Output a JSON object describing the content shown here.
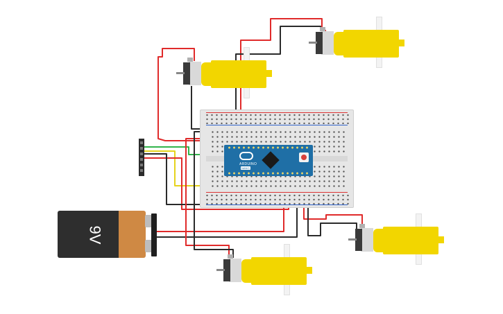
{
  "app": {
    "battery_label": "9V",
    "board_label": "ARDUINO",
    "board_model": "NANO"
  },
  "colors": {
    "wire_red": "#e02a2a",
    "wire_black": "#2a2a2a",
    "wire_green": "#31b44b",
    "wire_yellow": "#e6d31c",
    "board_blue": "#1f6fa6",
    "motor_yellow": "#f2d600",
    "breadboard": "#e6e6e6",
    "battery_black": "#2e2e2e",
    "battery_copper": "#cf8944"
  },
  "icons": {
    "board_logo": "infinity-logo-icon",
    "reset_button": "reset-button-icon"
  }
}
